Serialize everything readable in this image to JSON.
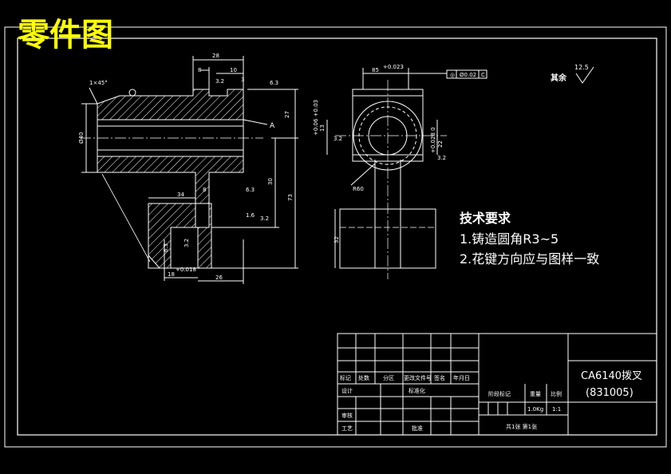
{
  "sheet_title": "零件图",
  "surface_finish": {
    "label": "其余",
    "value": "12.5"
  },
  "tech_requirements": {
    "heading": "技术要求",
    "items": [
      "1.铸造圆角R3~5",
      "2.花键方向应与图样一致"
    ]
  },
  "front_view": {
    "dims": {
      "d28": "28",
      "d8": "8",
      "d10": "10",
      "d3": "3",
      "d27": "27",
      "d30": "30",
      "d73": "73",
      "d34": "34",
      "d26": "26",
      "d18": "18",
      "d40": "Ø40",
      "tol18": "+0.018",
      "d8b": "8"
    },
    "leader_a": "A",
    "chamfer": "1×45°",
    "roughness": [
      "6.3",
      "3.2",
      "6.3",
      "1.6",
      "3.2",
      "6.3",
      "3.2"
    ]
  },
  "side_view": {
    "dims": {
      "d85": "85",
      "tol85": "+0.023",
      "d13": "13",
      "tol13": "+0.06\n+0.03",
      "d22": "22",
      "tol22": "+0.028\n0",
      "d32": "32",
      "r60": "R60"
    },
    "geo_tol": {
      "symbol": "◎",
      "value": "Ø0.02",
      "datum": "C"
    },
    "roughness": [
      "3.2",
      "3.2"
    ]
  },
  "title_block": {
    "part_name": "CA6140拨叉",
    "part_code": "(831005)",
    "headers": [
      "标记",
      "处数",
      "分区",
      "更改文件号",
      "签名",
      "年月日"
    ],
    "row_design": [
      "设计",
      "标准化"
    ],
    "row_check": "审核",
    "row_process": "工艺",
    "approve": "批准",
    "stage_label": "阶段标记",
    "weight_label": "重量",
    "scale_label": "比例",
    "weight": "1.0Kg",
    "scale": "1:1",
    "sheets": "共1张  第1张"
  },
  "colors": {
    "background": "#000000",
    "line": "#ffffff",
    "title": "#ffff00"
  }
}
